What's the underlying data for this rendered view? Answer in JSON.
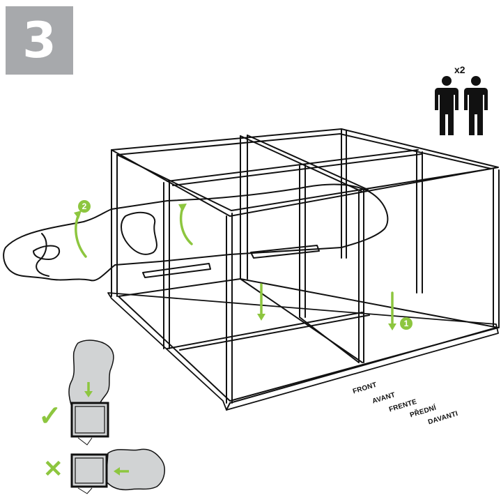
{
  "step": {
    "number": "3",
    "box_color": "#a7a9ac"
  },
  "people": {
    "count_label": "x2",
    "icon": "person-icon"
  },
  "callouts": {
    "one": "1",
    "two": "2"
  },
  "front_labels": [
    "FRONT",
    "AVANT",
    "FRENTE",
    "PŘEDNÍ",
    "DAVANTI"
  ],
  "accent_color": "#8dc63f",
  "marks": {
    "correct": "✓",
    "wrong": "✕"
  }
}
